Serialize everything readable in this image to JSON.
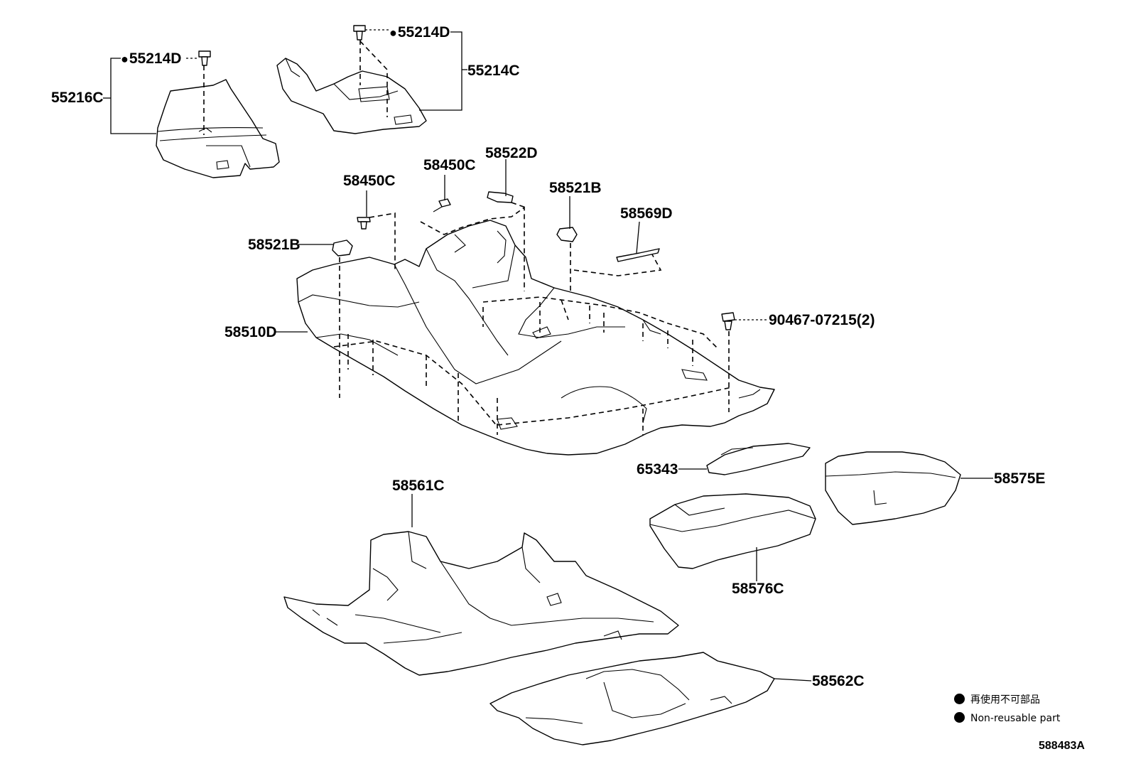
{
  "diagram": {
    "part_labels": {
      "p55214d_top": "55214D",
      "p55214d_left": "55214D",
      "p55214c": "55214C",
      "p55216c": "55216C",
      "p58450c_left": "58450C",
      "p58450c_mid": "58450C",
      "p58522d": "58522D",
      "p58521b_right": "58521B",
      "p58569d": "58569D",
      "p58521b_left": "58521B",
      "p58510d": "58510D",
      "p90467": "90467-07215(2)",
      "p65343": "65343",
      "p58575e": "58575E",
      "p58561c": "58561C",
      "p58576c": "58576C",
      "p58562c": "58562C"
    },
    "legend": {
      "japanese": "再使用不可部品",
      "english": "Non-reusable part"
    },
    "diagram_code": "588483A"
  }
}
